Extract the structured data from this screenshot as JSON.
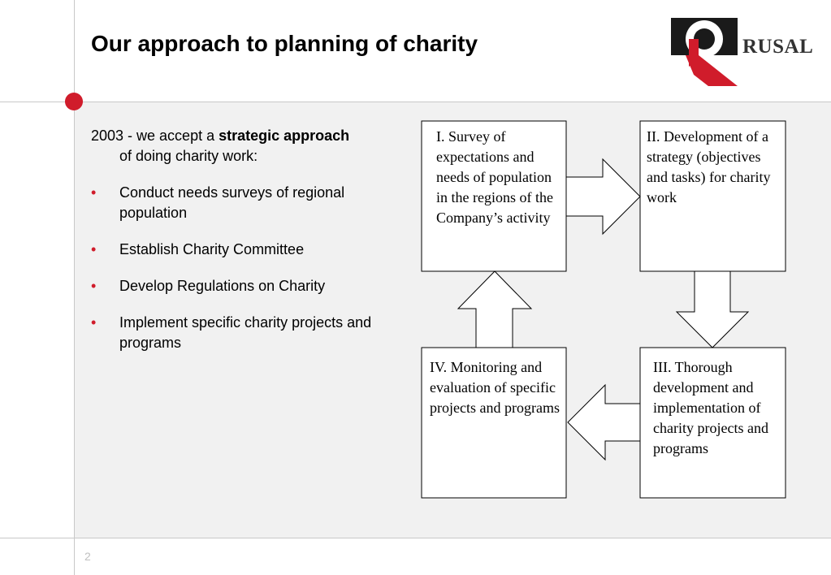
{
  "slide": {
    "title": "Our approach to planning of charity",
    "page_number": "2"
  },
  "logo": {
    "text": "RUSAL",
    "mark": "rusal-logo-mark",
    "colors": {
      "red": "#d01c2b",
      "black": "#1a1a1a",
      "text": "#333333"
    }
  },
  "left_panel": {
    "intro_prefix": "2003 - we accept a ",
    "intro_bold": "strategic approach",
    "intro_suffix": "of doing charity work:",
    "bullets": [
      "Conduct needs surveys of regional population",
      "Establish Charity Committee",
      "Develop Regulations on Charity",
      "Implement specific charity projects and programs"
    ],
    "bullet_color": "#d01c2b"
  },
  "cycle": {
    "steps": [
      "I. Survey of expectations and needs of population in the regions of the Company’s activity",
      "II. Development of a strategy (objectives and tasks) for charity work",
      "III. Thorough development and implementation of charity projects and programs",
      "IV. Monitoring and evaluation of specific projects and programs"
    ],
    "arrows": [
      "I to II (right)",
      "II to III (down)",
      "III to IV (left)",
      "IV to I (up)"
    ]
  },
  "colors": {
    "accent": "#d01c2b",
    "background": "#f1f1f1",
    "divider": "#c8c8c8"
  }
}
